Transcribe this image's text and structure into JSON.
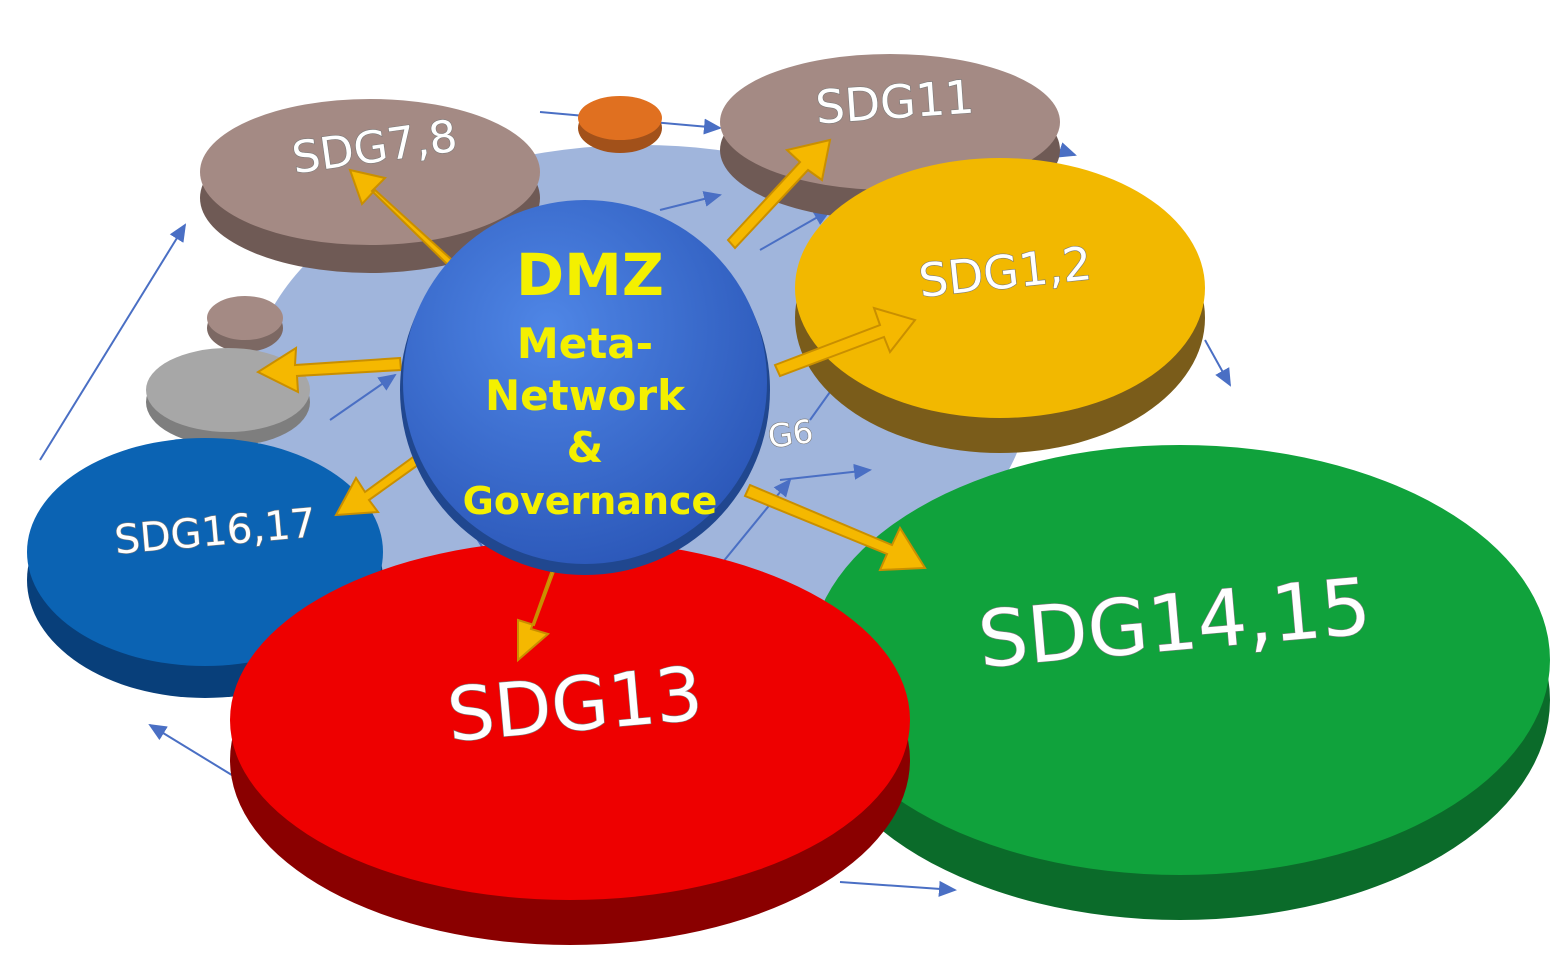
{
  "center": {
    "title": "DMZ",
    "lines": [
      "Meta-",
      "Network",
      "&",
      "Governance"
    ]
  },
  "nodes": {
    "sdg7_8": "SDG7,8",
    "sdg11": "SDG11",
    "sdg1_2": "SDG1,2",
    "sdg16_17": "SDG16,17",
    "sdg13": "SDG13",
    "sdg14_15": "SDG14,15",
    "sdg6": "G6"
  },
  "colors": {
    "background_disc": "#8fa8d6",
    "center": "#3a6fd0",
    "center_text": "#f4f000",
    "arrow": "#f5b800",
    "sdg7_8": "#a48a84",
    "sdg11": "#a48a84",
    "sdg1_2": "#f2b800",
    "sdg16_17": "#0b63b3",
    "sdg13": "#ee0000",
    "sdg14_15": "#10a23c",
    "small_orange": "#e07020",
    "small_grey": "#a7a7a7",
    "small_taupe": "#a48a84",
    "connector": "#4a6fc4"
  }
}
